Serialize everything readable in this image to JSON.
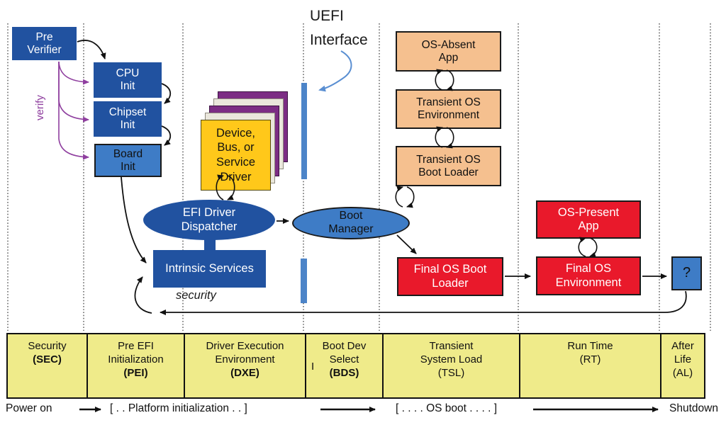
{
  "labels": {
    "uefi_interface": "UEFI\nInterface",
    "verify": "verify",
    "security": "security"
  },
  "nodes": {
    "pre_verifier": "Pre\nVerifier",
    "cpu_init": "CPU\nInit",
    "chipset_init": "Chipset\nInit",
    "board_init": "Board\nInit",
    "driver_card": "Device,\nBus, or\nService\nDriver",
    "efi_driver_dispatcher": "EFI Driver\nDispatcher",
    "boot_manager": "Boot\nManager",
    "intrinsic_services": "Intrinsic Services",
    "os_absent_app": "OS-Absent\nApp",
    "transient_os_environment": "Transient OS\nEnvironment",
    "transient_os_boot_loader": "Transient OS\nBoot Loader",
    "final_os_boot_loader": "Final OS Boot\nLoader",
    "os_present_app": "OS-Present\nApp",
    "final_os_environment": "Final OS\nEnvironment",
    "after_life_unknown": "?"
  },
  "phases": [
    {
      "name": "Security",
      "acronym": "(SEC)"
    },
    {
      "name": "Pre EFI\nInitialization",
      "acronym": "(PEI)"
    },
    {
      "name": "Driver Execution\nEnvironment",
      "acronym": "(DXE)"
    },
    {
      "name": "Boot Dev\nSelect",
      "acronym": "(BDS)",
      "stray_mark": "I"
    },
    {
      "name": "Transient\nSystem Load",
      "acronym": "(TSL)"
    },
    {
      "name": "Run Time",
      "acronym": "(RT)"
    },
    {
      "name": "After\nLife",
      "acronym": "(AL)"
    }
  ],
  "timeline": {
    "power_on": "Power on",
    "platform_initialization": "[ . . Platform initialization . . ]",
    "os_boot": "[ . . . . OS boot . . . . ]",
    "shutdown": "Shutdown"
  },
  "colors": {
    "dark_blue": "#2152A0",
    "light_blue": "#3E7CC6",
    "red": "#E9192B",
    "peach": "#F5C08F",
    "card_yellow": "#FFC81A",
    "card_purple": "#7C2D84",
    "card_beige": "#EAE7DC",
    "band_yellow": "#EFEB8A",
    "uefi_bar_blue": "#4C84C8",
    "arrow_purple": "#8F3F9F",
    "arrow_blue": "#5A8FD2"
  }
}
